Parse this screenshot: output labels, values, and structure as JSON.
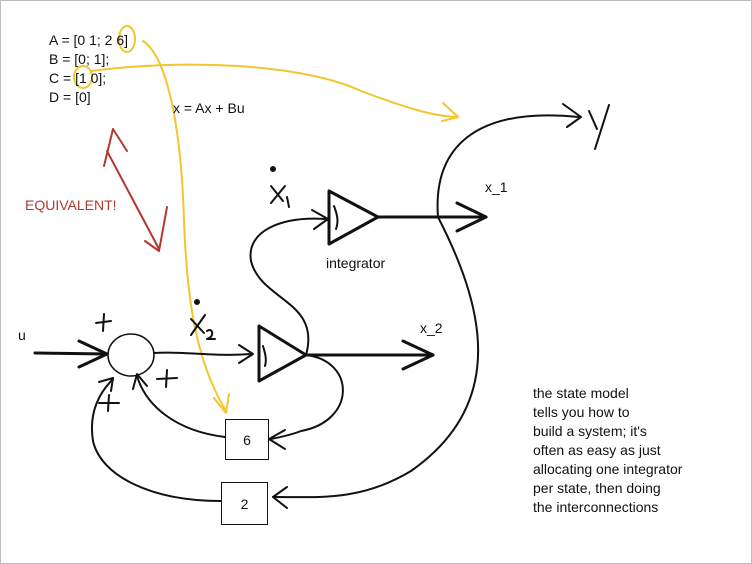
{
  "matrices": {
    "A": "A = [0 1; 2 6]",
    "B": "B = [0; 1];",
    "C": "C = [1 0];",
    "D": "D = [0]"
  },
  "state_equation": "x = Ax + Bu",
  "equivalent_label": "EQUIVALENT!",
  "labels": {
    "input": "u",
    "x1": "x_1",
    "x2": "x_2",
    "integrator": "integrator",
    "output_y": "y",
    "plus": "+"
  },
  "gains": {
    "top": "6",
    "bottom": "2"
  },
  "note": [
    "the state model",
    "tells you how to",
    "build a system; it's",
    "often as easy as just",
    "allocating one integrator",
    "per state, then doing",
    "the interconnections"
  ],
  "colors": {
    "ink": "#111111",
    "highlight": "#f2c62e",
    "equivalence": "#b03a2e"
  }
}
